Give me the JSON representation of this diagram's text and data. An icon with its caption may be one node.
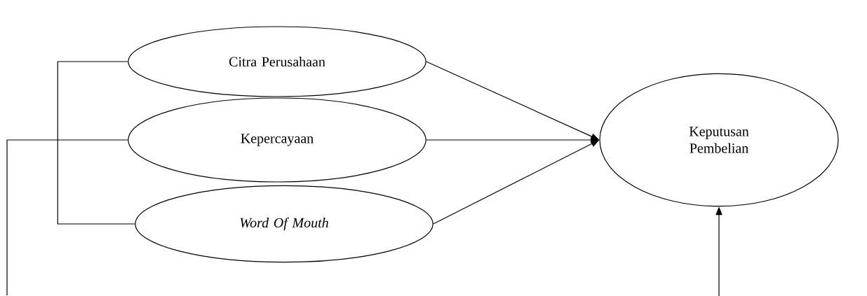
{
  "diagram": {
    "nodes": [
      {
        "text": [
          "Citra Perusahaan"
        ]
      },
      {
        "text": [
          "Kepercayaan"
        ]
      },
      {
        "text": [
          "Word Of Mouth"
        ]
      },
      {
        "text": [
          "Keputusan Pembelian"
        ]
      }
    ],
    "edges": [
      {
        "from": 0,
        "to": 3,
        "arrow": "to"
      },
      {
        "from": 1,
        "to": 3,
        "arrow": "to"
      },
      {
        "from": 2,
        "to": 3,
        "arrow": "to"
      },
      {
        "from": 0,
        "to": 2,
        "arrow": "none"
      },
      {
        "from": 1,
        "to": null,
        "arrow": "none"
      },
      {
        "from": null,
        "to": 3,
        "arrow": "to"
      }
    ]
  }
}
